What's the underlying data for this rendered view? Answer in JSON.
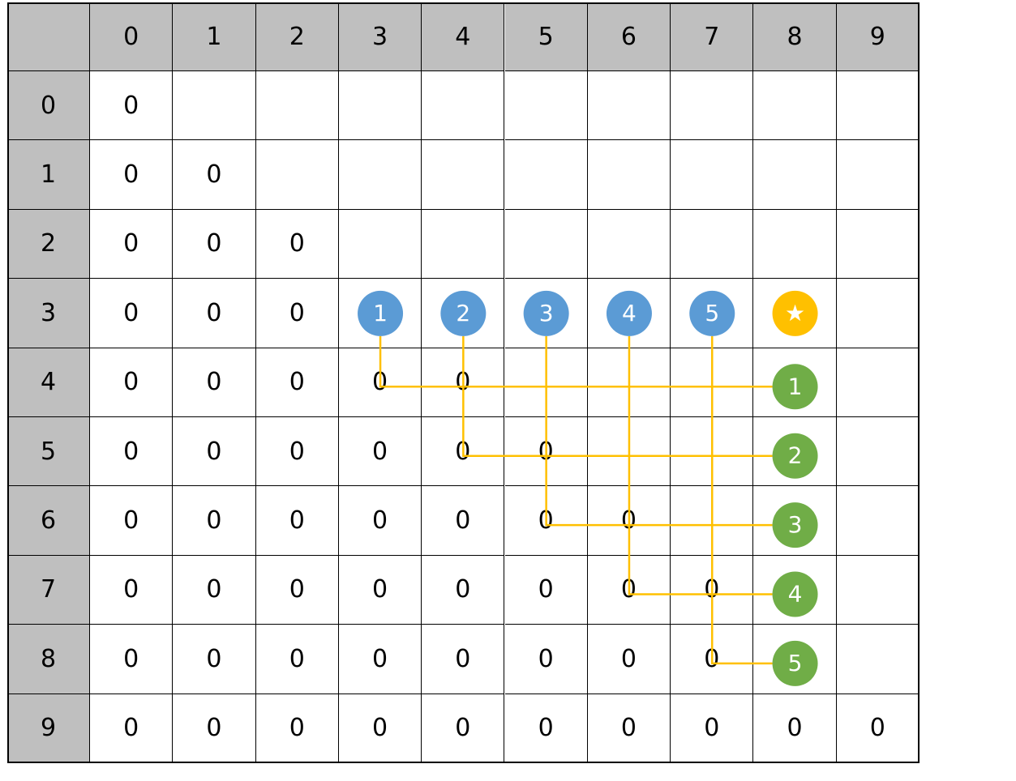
{
  "header_row": [
    "",
    "0",
    "1",
    "2",
    "3",
    "4",
    "5",
    "6",
    "7",
    "8",
    "9"
  ],
  "row_labels": [
    "0",
    "1",
    "2",
    "3",
    "4",
    "5",
    "6",
    "7",
    "8",
    "9"
  ],
  "cells": [
    [
      "0",
      "",
      "",
      "",
      "",
      "",
      "",
      "",
      "",
      ""
    ],
    [
      "0",
      "0",
      "",
      "",
      "",
      "",
      "",
      "",
      "",
      ""
    ],
    [
      "0",
      "0",
      "0",
      "",
      "",
      "",
      "",
      "",
      "",
      ""
    ],
    [
      "0",
      "0",
      "0",
      "",
      "",
      "",
      "",
      "",
      "",
      ""
    ],
    [
      "0",
      "0",
      "0",
      "0",
      "0",
      "",
      "",
      "",
      "",
      ""
    ],
    [
      "0",
      "0",
      "0",
      "0",
      "0",
      "0",
      "",
      "",
      "",
      ""
    ],
    [
      "0",
      "0",
      "0",
      "0",
      "0",
      "0",
      "0",
      "",
      "",
      ""
    ],
    [
      "0",
      "0",
      "0",
      "0",
      "0",
      "0",
      "0",
      "0",
      "",
      ""
    ],
    [
      "0",
      "0",
      "0",
      "0",
      "0",
      "0",
      "0",
      "0",
      "",
      ""
    ],
    [
      "0",
      "0",
      "0",
      "0",
      "0",
      "0",
      "0",
      "0",
      "0",
      "0"
    ]
  ],
  "blue_markers": [
    {
      "label": "1",
      "row": 3,
      "col": 3
    },
    {
      "label": "2",
      "row": 3,
      "col": 4
    },
    {
      "label": "3",
      "row": 3,
      "col": 5
    },
    {
      "label": "4",
      "row": 3,
      "col": 6
    },
    {
      "label": "5",
      "row": 3,
      "col": 7
    }
  ],
  "star_marker": {
    "label": "★",
    "row": 3,
    "col": 8
  },
  "green_markers": [
    {
      "label": "1",
      "row": 4,
      "col": 8
    },
    {
      "label": "2",
      "row": 5,
      "col": 8
    },
    {
      "label": "3",
      "row": 6,
      "col": 8
    },
    {
      "label": "4",
      "row": 7,
      "col": 8
    },
    {
      "label": "5",
      "row": 8,
      "col": 8
    }
  ],
  "paths": [
    {
      "from_col": 3,
      "to_row": 4
    },
    {
      "from_col": 4,
      "to_row": 5
    },
    {
      "from_col": 5,
      "to_row": 6
    },
    {
      "from_col": 6,
      "to_row": 7
    },
    {
      "from_col": 7,
      "to_row": 8
    }
  ],
  "colors": {
    "header": "#bfbfbf",
    "blue_marker": "#5b9bd5",
    "green_marker": "#70ad47",
    "star_marker": "#ffc000",
    "path_line": "#ffc000"
  }
}
